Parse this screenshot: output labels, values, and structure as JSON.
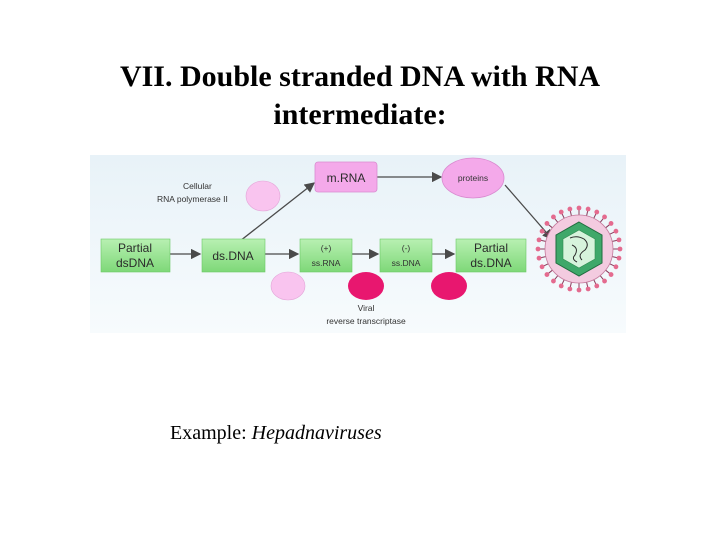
{
  "title": {
    "line1": "VII. Double stranded DNA with RNA",
    "line2": "intermediate:"
  },
  "diagram": {
    "boxes": {
      "partial_dsdna_left": [
        "Partial",
        "dsDNA"
      ],
      "dsdna": "ds.DNA",
      "plus_ssrna": [
        "(+)",
        "ss.RNA"
      ],
      "minus_ssdna": [
        "(-)",
        "ss.DNA"
      ],
      "partial_dsdna_right": [
        "Partial",
        "ds.DNA"
      ],
      "mrna": "m.RNA",
      "proteins": "proteins"
    },
    "labels": {
      "cellular_enzyme": [
        "Cellular",
        "RNA polymerase II"
      ],
      "viral_enzyme": [
        "Viral",
        "reverse transcriptase"
      ]
    },
    "colors": {
      "background": "#eaf4f9",
      "box_fill": "#8ee08a",
      "mrna_fill": "#f4a9ea",
      "light_pink": "#f9c4ef",
      "magenta": "#e8176f",
      "arrow": "#4a4a4a"
    }
  },
  "example": {
    "prefix": "Example: ",
    "name": "Hepadnaviruses"
  }
}
